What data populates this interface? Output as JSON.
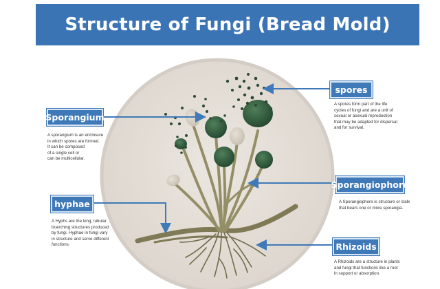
{
  "title": "Structure of Fungi (Bread Mold)",
  "labels": {
    "sporangium": {
      "name": "Sporangium",
      "desc": "A sporangium is an enclosure\nin which spores are formed.\nIt can be composed\nof a single cell or\ncan be multicellular."
    },
    "spores": {
      "name": "spores",
      "desc": "A spores form part of the life\ncycles of fungi and are a unit of\nsexual or asexual reproduction\nthat may be adapted for dispersal\nand for survival."
    },
    "sporangiophore": {
      "name": "Sporangiophore",
      "desc": "A Sporangiophore is structure or stalk\nthat bears one or more sporangia."
    },
    "hyphae": {
      "name": "hyphae",
      "desc": "A Hyphs are the long, tubular\nbranching structures produced\nby fungi.  Hyphae in fungi vary\nin structure and serve different\nfunctions."
    },
    "rhizoids": {
      "name": "Rhizoids",
      "desc": "A Rhizoids are a structure in plants\nand fungi that functions like a root\nin support or absorption."
    }
  },
  "colors": {
    "title_bar": "#3b74b5",
    "label_box": "#3f79b8",
    "arrow": "#3f79b8",
    "dish": "#e2dcd5",
    "dish_rim": "#d6d1cc",
    "stalk": "#8f8b63",
    "sporangium_fill": "#2f5a3c",
    "spore": "#2c4a33"
  }
}
